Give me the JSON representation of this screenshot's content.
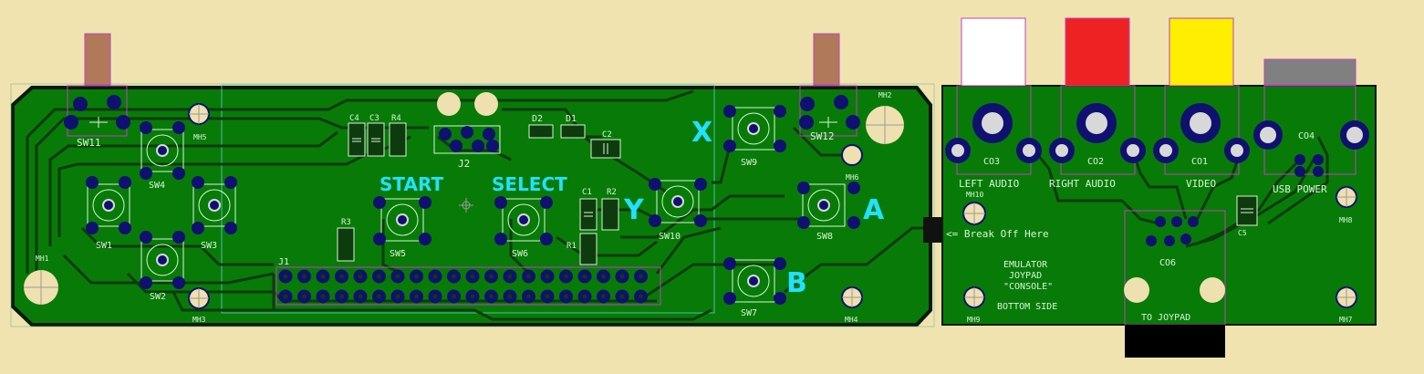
{
  "colors": {
    "background": "#f0e3b0",
    "board": "#087a08",
    "board_edge": "#0a1a0a",
    "trace": "#0e3b0e",
    "pad_ring": "#101070",
    "pad_hole": "#d8d8d8",
    "silkscreen": "#d8f5d8",
    "button_letters": "#22e0ff",
    "outline_magenta": "#c040c0",
    "connector_tab": "#b07a5a",
    "rca_white": "#ffffff",
    "rca_red": "#ee2222",
    "rca_yellow": "#ffee00",
    "usb_grey": "#808080",
    "joypad_black": "#000000"
  },
  "buttons": {
    "x": "X",
    "y": "Y",
    "a": "A",
    "b": "B",
    "start": "START",
    "select": "SELECT"
  },
  "refs": {
    "sw1": "SW1",
    "sw2": "SW2",
    "sw3": "SW3",
    "sw4": "SW4",
    "sw5": "SW5",
    "sw6": "SW6",
    "sw7": "SW7",
    "sw8": "SW8",
    "sw9": "SW9",
    "sw10": "SW10",
    "sw11": "SW11",
    "sw12": "SW12",
    "j1": "J1",
    "j2": "J2",
    "c1": "C1",
    "c2": "C2",
    "c3": "C3",
    "c4": "C4",
    "c5": "C5",
    "r1": "R1",
    "r2": "R2",
    "r3": "R3",
    "r4": "R4",
    "d1": "D1",
    "d2": "D2",
    "co1": "CO1",
    "co2": "CO2",
    "co3": "CO3",
    "co4": "CO4",
    "co6": "CO6",
    "mh1": "MH1",
    "mh2": "MH2",
    "mh3": "MH3",
    "mh4": "MH4",
    "mh5": "MH5",
    "mh6": "MH6",
    "mh7": "MH7",
    "mh8": "MH8",
    "mh9": "MH9",
    "mh10": "MH10"
  },
  "labels": {
    "left_audio": "LEFT AUDIO",
    "right_audio": "RIGHT AUDIO",
    "video": "VIDEO",
    "usb_power": "USB POWER",
    "break_off": "<= Break Off Here",
    "emulator_line1": "EMULATOR",
    "emulator_line2": "JOYPAD",
    "emulator_line3": "\"CONSOLE\"",
    "bottom_side": "BOTTOM SIDE",
    "to_joypad": "TO JOYPAD"
  }
}
